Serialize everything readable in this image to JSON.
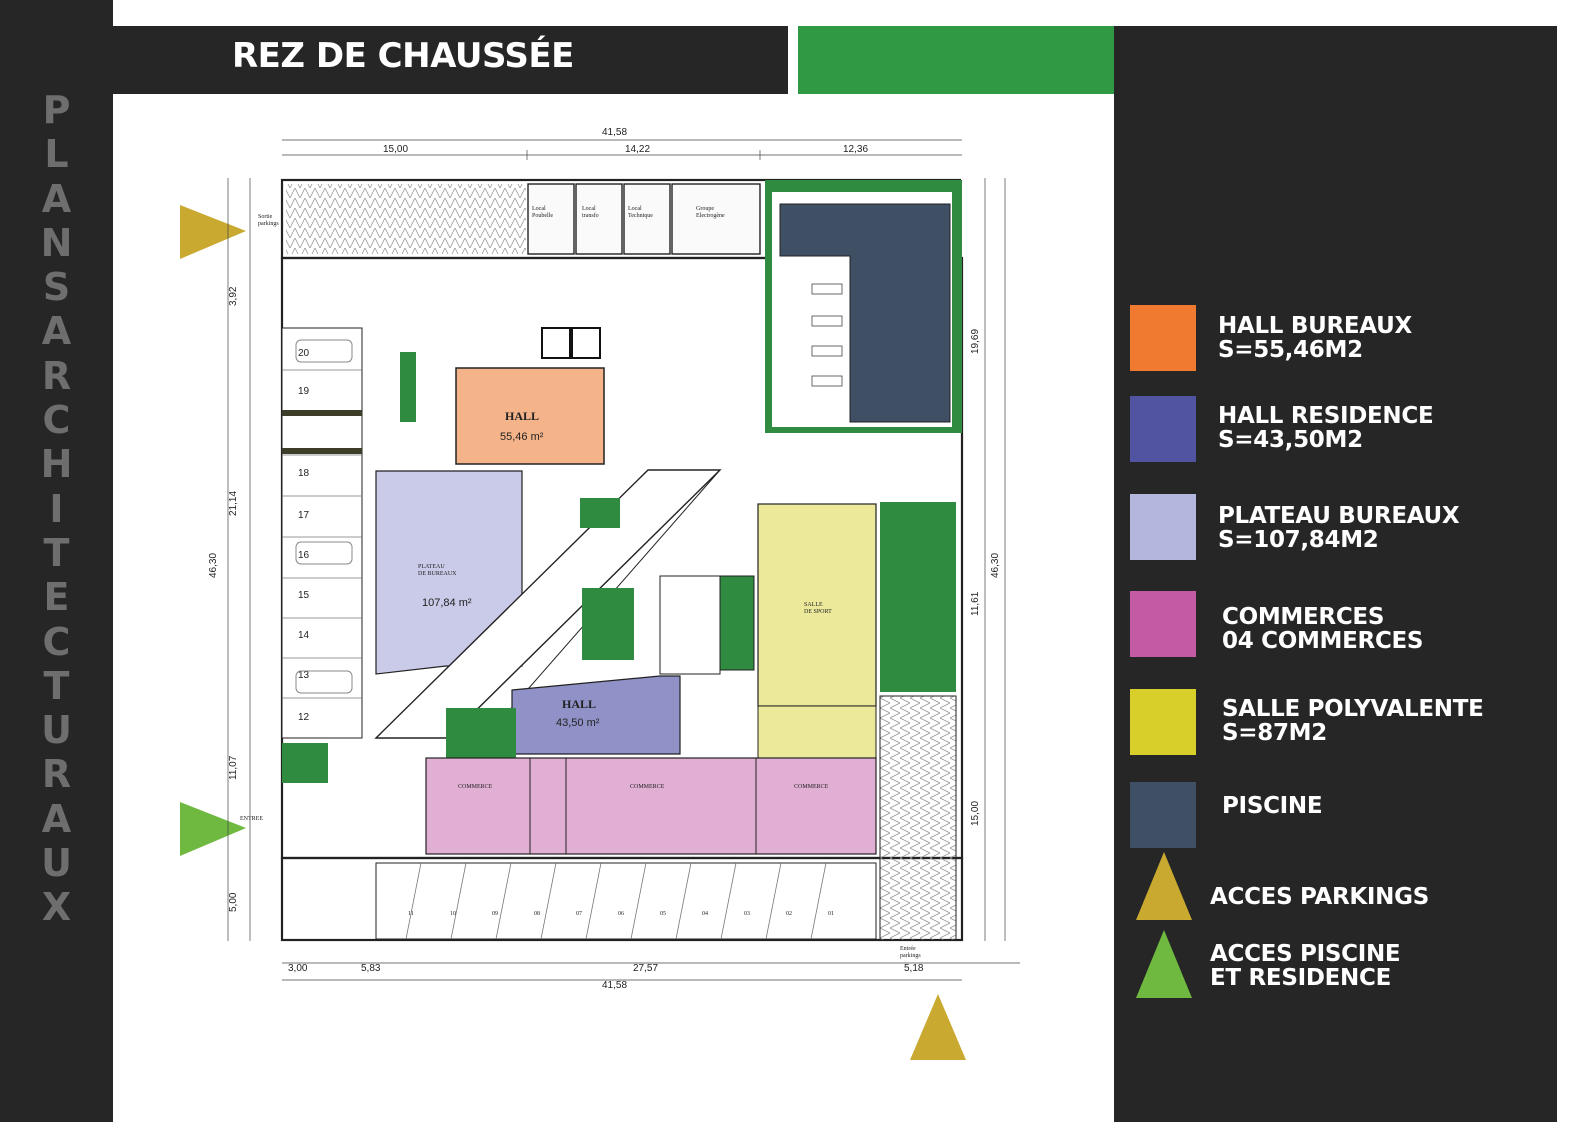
{
  "page_title": "REZ DE CHAUSSÉE",
  "side_title": "PLANS ARCHITECTURAUX",
  "colors": {
    "dark": "#262626",
    "green_band": "#2f9a43",
    "garden": "#2e8b3f",
    "side_text": "#6e6e6e"
  },
  "legend": [
    {
      "label": "HALL BUREAUX\nS=55,46M2",
      "color": "#ef7a30",
      "shape": "square"
    },
    {
      "label": "HALL RESIDENCE\nS=43,50M2",
      "color": "#5154a0",
      "shape": "square"
    },
    {
      "label": "PLATEAU BUREAUX\nS=107,84M2",
      "color": "#b3b6dd",
      "shape": "square"
    },
    {
      "label": "COMMERCES\n04 COMMERCES",
      "color": "#c45aa3",
      "shape": "square"
    },
    {
      "label": "SALLE POLYVALENTE\nS=87M2",
      "color": "#d8cf2a",
      "shape": "square"
    },
    {
      "label": "PISCINE",
      "color": "#3f5065",
      "shape": "square"
    },
    {
      "label": "ACCES PARKINGS",
      "color": "#c9a92f",
      "shape": "triangle-up"
    },
    {
      "label": "ACCES PISCINE\nET RESIDENCE",
      "color": "#6fb940",
      "shape": "triangle-up"
    }
  ],
  "plan": {
    "dimensions": {
      "top_total": "41,58",
      "top_a": "15,00",
      "top_b": "14,22",
      "top_c": "12,36",
      "bottom_total": "41,58",
      "bottom_a": "3,00",
      "bottom_b": "5,83",
      "bottom_c": "27,57",
      "bottom_d": "5,18",
      "left_a": "3,92",
      "left_b": "21,14",
      "left_c": "11,07",
      "left_d": "5,00",
      "left_total": "46,30",
      "right_a": "19,69",
      "right_b": "11,61",
      "right_c": "15,00",
      "right_total": "46,30"
    },
    "rooms": {
      "hall_bureaux": {
        "name": "HALL",
        "area": "55,46 m²"
      },
      "hall_residence": {
        "name": "HALL",
        "area": "43,50 m²"
      },
      "plateau": {
        "name": "PLATEAU\nDE BUREAUX",
        "area": "107,84 m²"
      },
      "commerce": "COMMERCE",
      "salle": "SALLE\nDE SPORT",
      "local_poubelle": "Local\nPoubelle",
      "local_transfo": "Local\ntransfo",
      "local_technique": "Local\nTechnique",
      "groupe": "Groupe\nElectrogène"
    },
    "labels": {
      "sortie": "Sortie\nparkings",
      "entree": "ENTREE",
      "entree_parkings": "Entrée\nparkings"
    },
    "parking_numbers_left": [
      "20",
      "19",
      "18",
      "17",
      "16",
      "15",
      "14",
      "13",
      "12"
    ],
    "parking_numbers_bottom": [
      "11",
      "10",
      "09",
      "08",
      "07",
      "06",
      "05",
      "04",
      "03",
      "02",
      "01"
    ]
  }
}
